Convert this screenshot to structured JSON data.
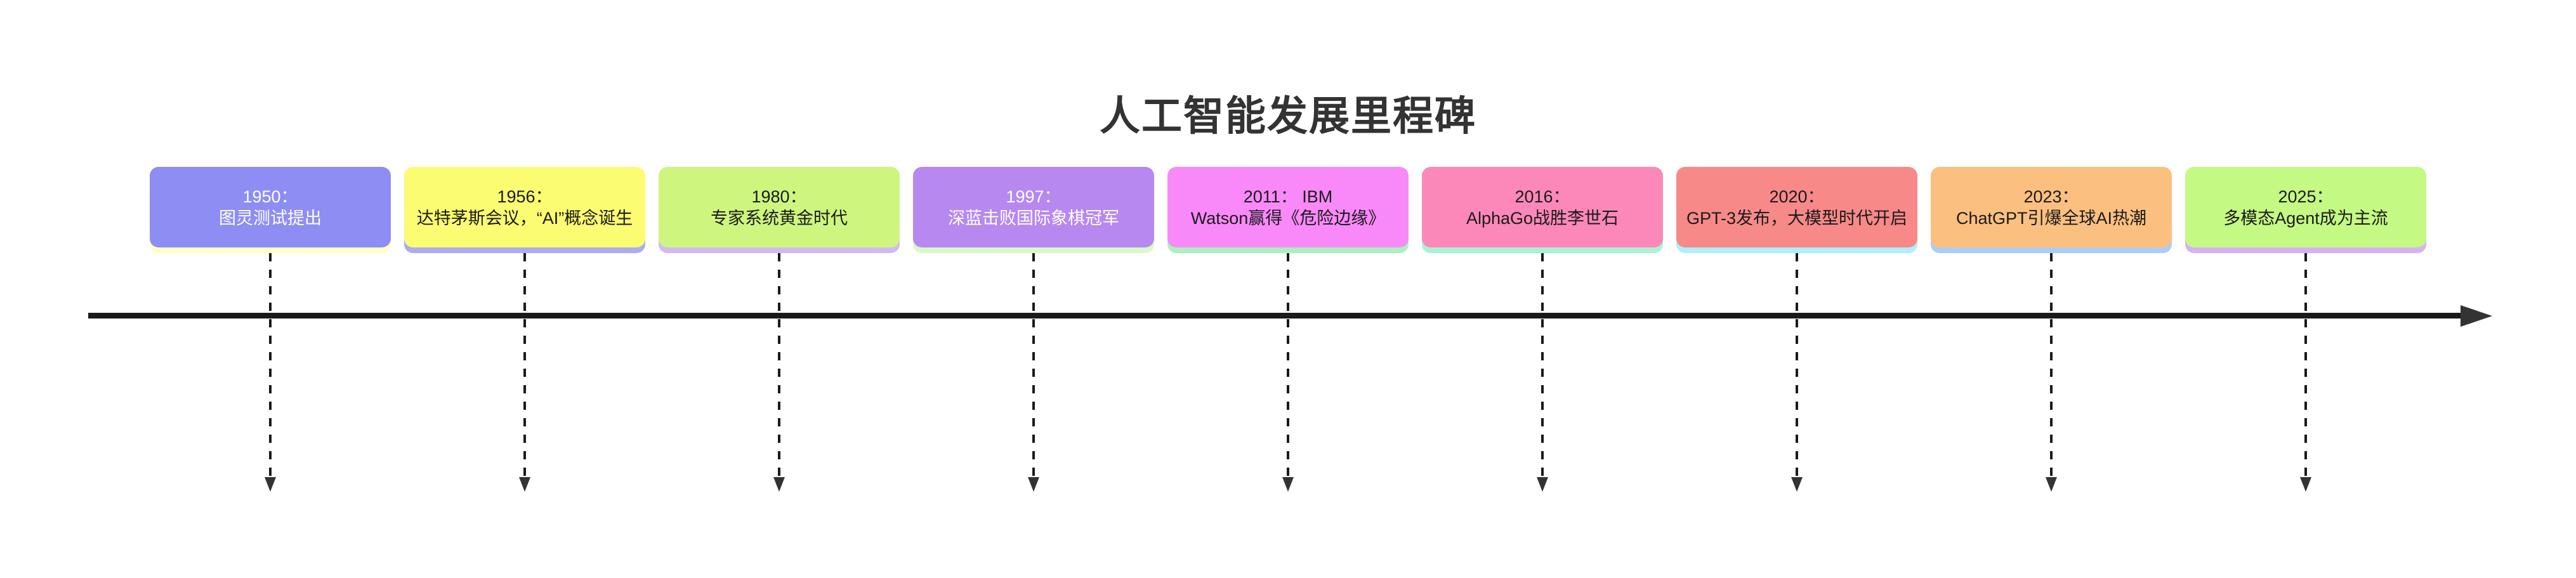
{
  "title": "人工智能发展里程碑",
  "colors": {
    "background": "#ffffff",
    "title": "#333333",
    "axis": "#1a1a1a",
    "dash": "#1a1a1a",
    "arrowhead": "#333333"
  },
  "milestones": [
    {
      "year_line": "1950：",
      "event_line": "图灵测试提出",
      "fill": "#8d8df4",
      "shadow": "#ffffc5",
      "text_color": "#ffffff"
    },
    {
      "year_line": "1956：",
      "event_line": "达特茅斯会议，“AI”概念诞生",
      "fill": "#fcfc72",
      "shadow": "#abacf2",
      "text_color": "#1a1a1a"
    },
    {
      "year_line": "1980：",
      "event_line": "专家系统黄金时代",
      "fill": "#cef67e",
      "shadow": "#d3b9f4",
      "text_color": "#1a1a1a"
    },
    {
      "year_line": "1997：",
      "event_line": "深蓝击败国际象棋冠军",
      "fill": "#b688f0",
      "shadow": "#dbf9c8",
      "text_color": "#ffffff"
    },
    {
      "year_line": "2011： IBM",
      "event_line": "Watson赢得《危险边缘》",
      "fill": "#f989f9",
      "shadow": "#abf0bd",
      "text_color": "#1a1a1a"
    },
    {
      "year_line": "2016：",
      "event_line": "AlphaGo战胜李世石",
      "fill": "#fb88b8",
      "shadow": "#aaf2d3",
      "text_color": "#1a1a1a"
    },
    {
      "year_line": "2020：",
      "event_line": "GPT-3发布，大模型时代开启",
      "fill": "#f78989",
      "shadow": "#aeeffc",
      "text_color": "#1a1a1a"
    },
    {
      "year_line": "2023：",
      "event_line": "ChatGPT引爆全球AI热潮",
      "fill": "#fbc07f",
      "shadow": "#abcdf8",
      "text_color": "#1a1a1a"
    },
    {
      "year_line": "2025：",
      "event_line": "多模态Agent成为主流",
      "fill": "#c4f983",
      "shadow": "#d7b1f6",
      "text_color": "#1a1a1a"
    }
  ]
}
